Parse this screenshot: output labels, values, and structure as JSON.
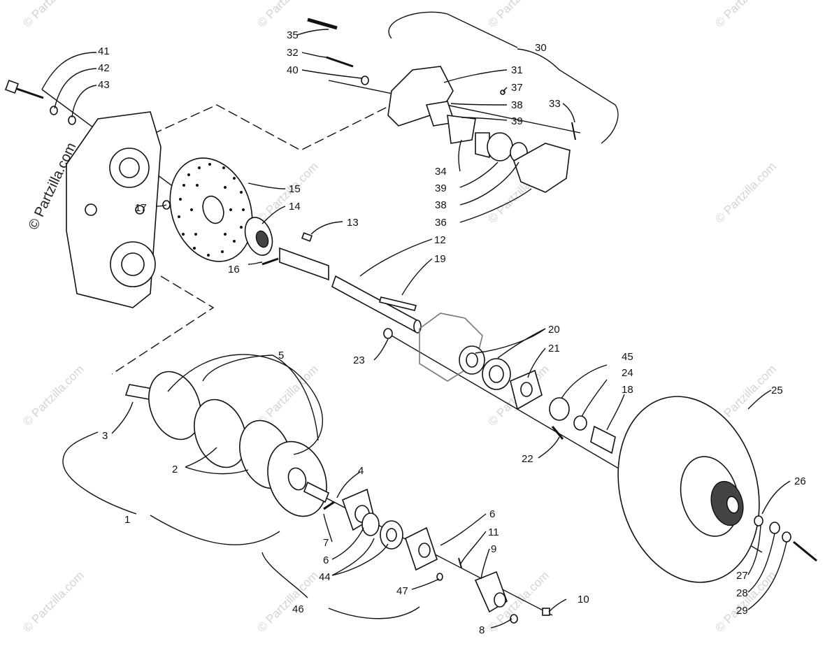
{
  "watermark": {
    "main": "© Partzilla.com",
    "repeat": "© Partzilla.com"
  },
  "callouts": {
    "c1": "1",
    "c2": "2",
    "c3": "3",
    "c4": "4",
    "c5": "5",
    "c6a": "6",
    "c6b": "6",
    "c7": "7",
    "c8": "8",
    "c9": "9",
    "c10": "10",
    "c11": "11",
    "c12": "12",
    "c13": "13",
    "c14": "14",
    "c15": "15",
    "c16": "16",
    "c17": "17",
    "c18": "18",
    "c19": "19",
    "c20": "20",
    "c21": "21",
    "c22": "22",
    "c23": "23",
    "c24": "24",
    "c25": "25",
    "c26": "26",
    "c27": "27",
    "c28": "28",
    "c29": "29",
    "c30": "30",
    "c31": "31",
    "c32": "32",
    "c33": "33",
    "c34": "34",
    "c35": "35",
    "c36": "36",
    "c37": "37",
    "c38a": "38",
    "c38b": "38",
    "c39a": "39",
    "c39b": "39",
    "c40": "40",
    "c41": "41",
    "c42": "42",
    "c43": "43",
    "c44": "44",
    "c45": "45",
    "c46": "46",
    "c47": "47"
  }
}
